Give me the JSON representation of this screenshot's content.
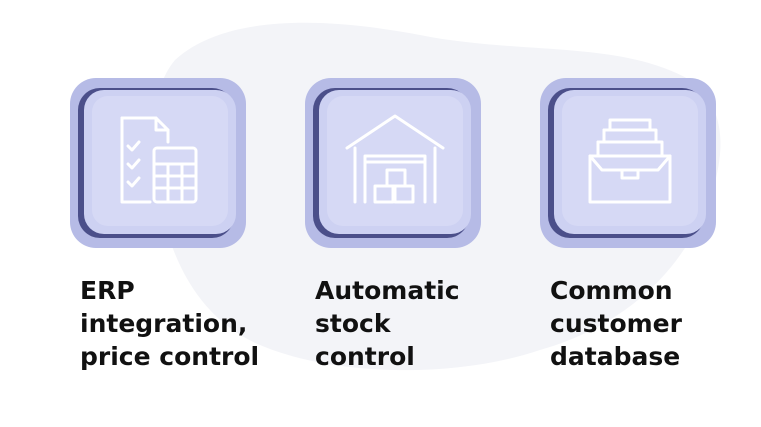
{
  "colors": {
    "tile_light": "#b6bbe6",
    "tile_shadow": "#4b4f8a",
    "tile_face": "#d6d9f5",
    "icon_stroke": "#ffffff",
    "blob": "#f3f4f8",
    "text": "#111111"
  },
  "features": [
    {
      "icon": "document-calculator-icon",
      "label_lines": [
        "ERP",
        "integration,",
        "price control"
      ]
    },
    {
      "icon": "warehouse-icon",
      "label_lines": [
        "Automatic",
        "stock",
        "control"
      ]
    },
    {
      "icon": "file-drawer-icon",
      "label_lines": [
        "Common",
        "customer",
        "database"
      ]
    }
  ]
}
